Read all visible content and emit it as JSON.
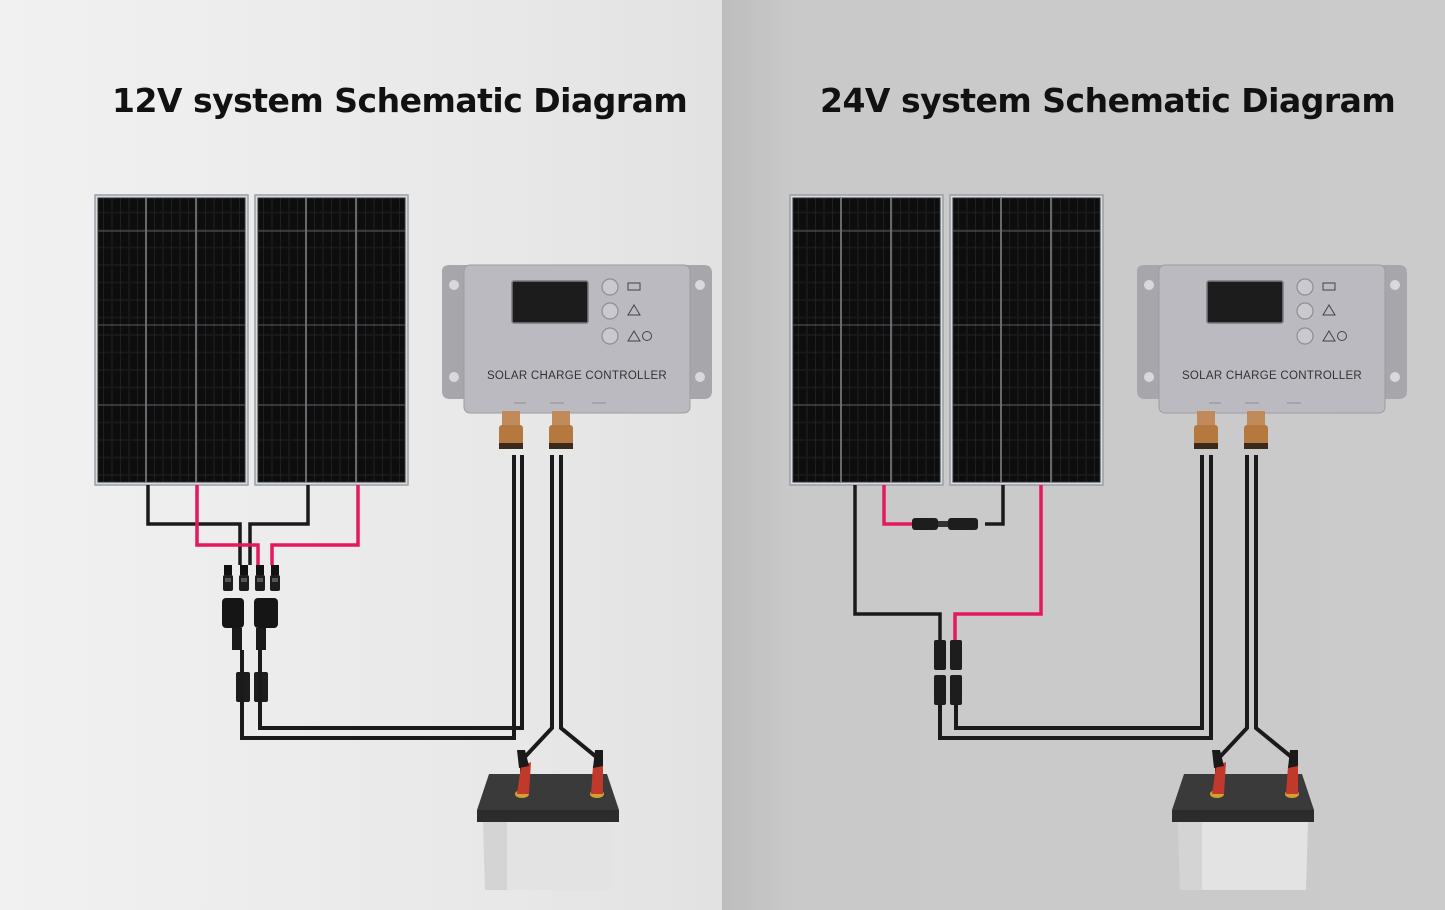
{
  "titles": {
    "left": "12V system Schematic Diagram",
    "right": "24V system Schematic Diagram"
  },
  "controller": {
    "label": "SOLAR CHARGE CONTROLLER"
  },
  "systems": [
    {
      "id": "12v",
      "wiring": "parallel",
      "panels": 2,
      "branch_connector": "Y-branch MC4"
    },
    {
      "id": "24v",
      "wiring": "series",
      "panels": 2,
      "branch_connector": "MC4 inline"
    }
  ],
  "colors": {
    "positive_wire": "#e4185e",
    "negative_wire": "#1a1a1a",
    "panel_cell": "#141414",
    "controller_body": "#b9b9bd",
    "battery_body": "#e6e6e6",
    "battery_clamp": "#c0392b"
  },
  "icons": [
    "solar-panel-icon",
    "charge-controller-icon",
    "battery-icon",
    "mc4-connector-icon"
  ]
}
